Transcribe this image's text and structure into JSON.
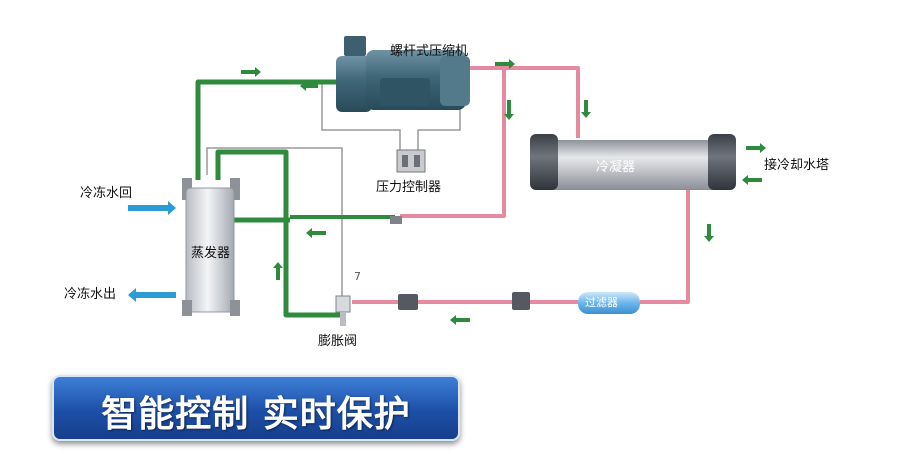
{
  "components": {
    "compressor": "螺杆式压缩机",
    "pressure_controller": "压力控制器",
    "condenser": "冷凝器",
    "evaporator": "蒸发器",
    "expansion_valve": "膨胀阀",
    "filter": "过滤器"
  },
  "ports": {
    "chilled_water_return": "冷冻水回",
    "chilled_water_out": "冷冻水出",
    "cooling_tower": "接冷却水塔"
  },
  "marker": "7",
  "banner": "智能控制 实时保护",
  "colors": {
    "refrigerant_gas": "#2e8b3e",
    "refrigerant_liquid": "#e58aa0",
    "control_line": "#9a9a9a",
    "water_arrow": "#2b9bd6",
    "banner": "#1d4fa8"
  }
}
